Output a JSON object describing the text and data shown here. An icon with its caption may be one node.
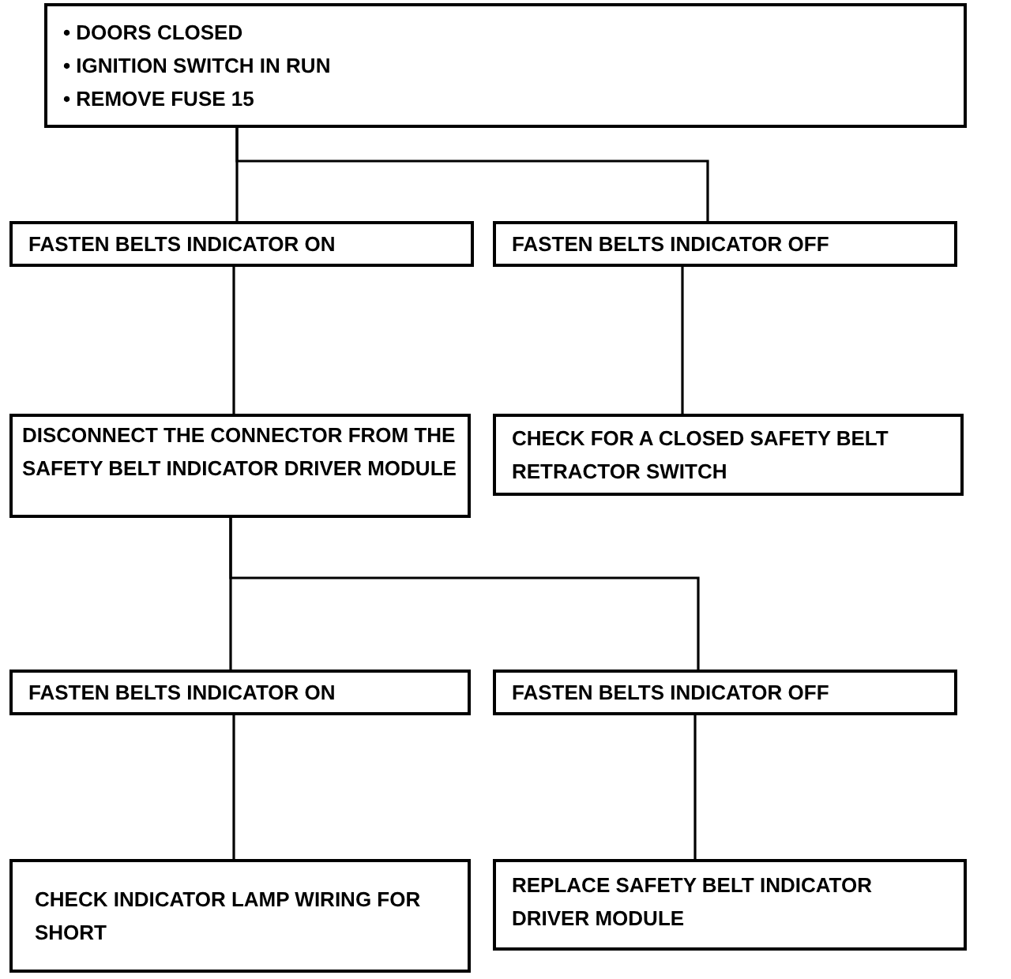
{
  "diagram": {
    "nodes": [
      {
        "text": [
          "• DOORS CLOSED",
          "• IGNITION SWITCH IN RUN",
          "• REMOVE FUSE 15"
        ]
      },
      {
        "text": [
          "FASTEN BELTS INDICATOR ON"
        ]
      },
      {
        "text": [
          "FASTEN BELTS INDICATOR OFF"
        ]
      },
      {
        "text": [
          "DISCONNECT THE CONNECTOR FROM THE SAFETY BELT INDICATOR DRIVER MODULE"
        ]
      },
      {
        "text": [
          "CHECK FOR A CLOSED SAFETY BELT RETRACTOR SWITCH"
        ]
      },
      {
        "text": [
          "FASTEN BELTS INDICATOR ON"
        ]
      },
      {
        "text": [
          "FASTEN BELTS INDICATOR OFF"
        ]
      },
      {
        "text": [
          "CHECK INDICATOR LAMP WIRING FOR SHORT"
        ]
      },
      {
        "text": [
          "REPLACE SAFETY BELT INDICATOR DRIVER MODULE"
        ]
      }
    ],
    "edges": [
      {
        "from": 0,
        "to": 1,
        "arrow": "none"
      },
      {
        "from": 0,
        "to": 2,
        "arrow": "none"
      },
      {
        "from": 1,
        "to": 3,
        "arrow": "none"
      },
      {
        "from": 2,
        "to": 4,
        "arrow": "none"
      },
      {
        "from": 3,
        "to": 5,
        "arrow": "none"
      },
      {
        "from": 3,
        "to": 6,
        "arrow": "none"
      },
      {
        "from": 5,
        "to": 7,
        "arrow": "none"
      },
      {
        "from": 6,
        "to": 8,
        "arrow": "none"
      }
    ]
  }
}
